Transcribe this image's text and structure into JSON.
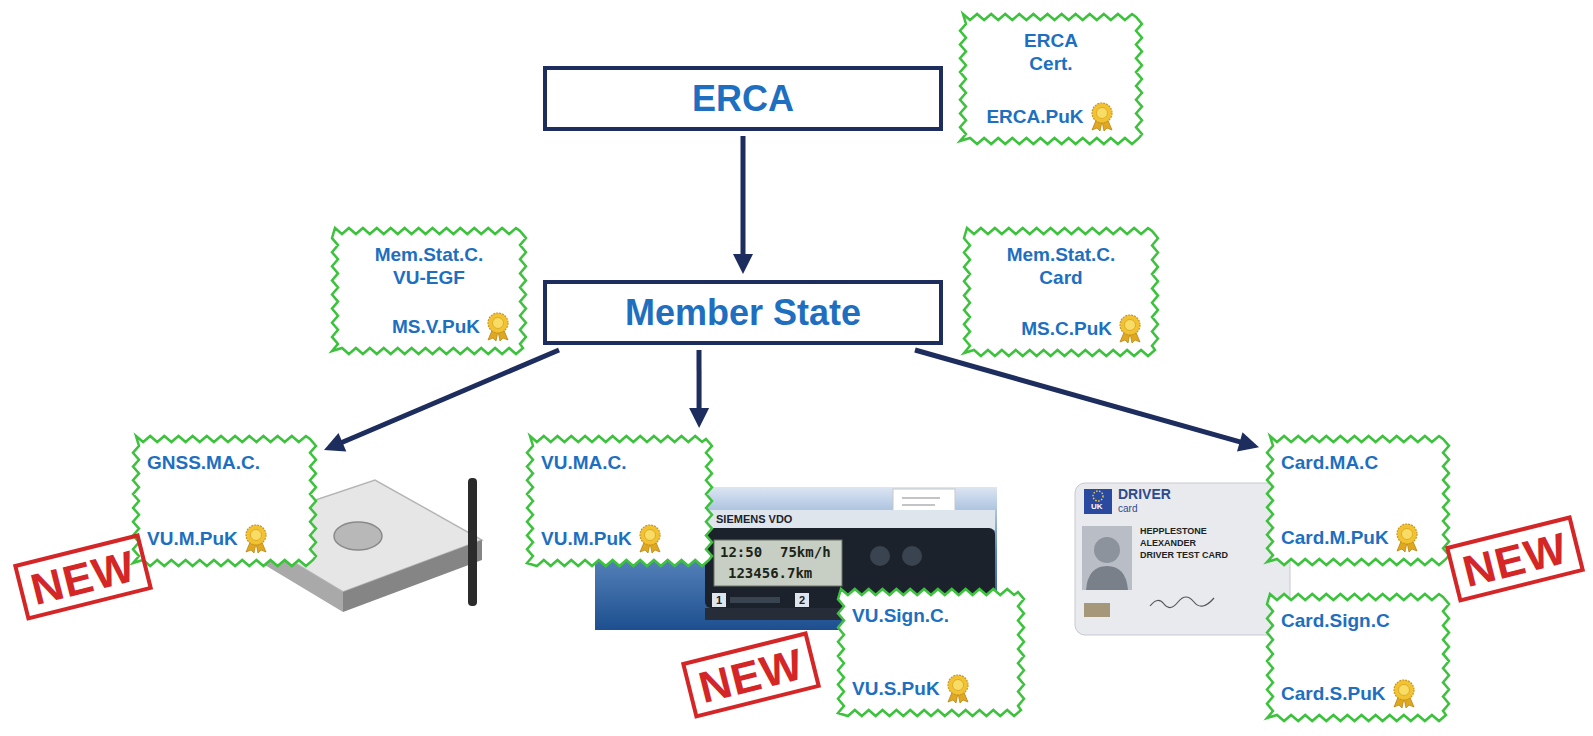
{
  "diagram": {
    "nodes": [
      {
        "text": [
          "ERCA"
        ]
      },
      {
        "text": [
          "ERCA Cert.",
          "ERCA.PuK"
        ]
      },
      {
        "text": [
          "Mem.Stat.C. VU-EGF",
          "MS.V.PuK"
        ]
      },
      {
        "text": [
          "Member State"
        ]
      },
      {
        "text": [
          "Mem.Stat.C. Card",
          "MS.C.PuK"
        ]
      },
      {
        "text": [
          "GNSS.MA.C.",
          "VU.M.PuK"
        ]
      },
      {
        "text": [
          "VU.MA.C.",
          "VU.M.PuK"
        ]
      },
      {
        "text": [
          "Card.MA.C",
          "Card.M.PuK"
        ]
      },
      {
        "text": [
          "VU.Sign.C.",
          "VU.S.PuK"
        ]
      },
      {
        "text": [
          "Card.Sign.C",
          "Card.S.PuK"
        ]
      }
    ],
    "edges": [
      {
        "from": 0,
        "to": 3,
        "arrow": "to"
      },
      {
        "from": 3,
        "to": 5,
        "arrow": "to"
      },
      {
        "from": 3,
        "to": 6,
        "arrow": "to"
      },
      {
        "from": 3,
        "to": 7,
        "arrow": "to"
      }
    ],
    "labels": [
      "NEW",
      "NEW",
      "NEW",
      "SIEMENS VDO",
      "12:50",
      "75km/h",
      "123456.7km",
      "1",
      "2",
      "UK",
      "DRIVER",
      "card",
      "HEPPLESTONE",
      "ALEXANDER",
      "DRIVER TEST CARD"
    ]
  }
}
